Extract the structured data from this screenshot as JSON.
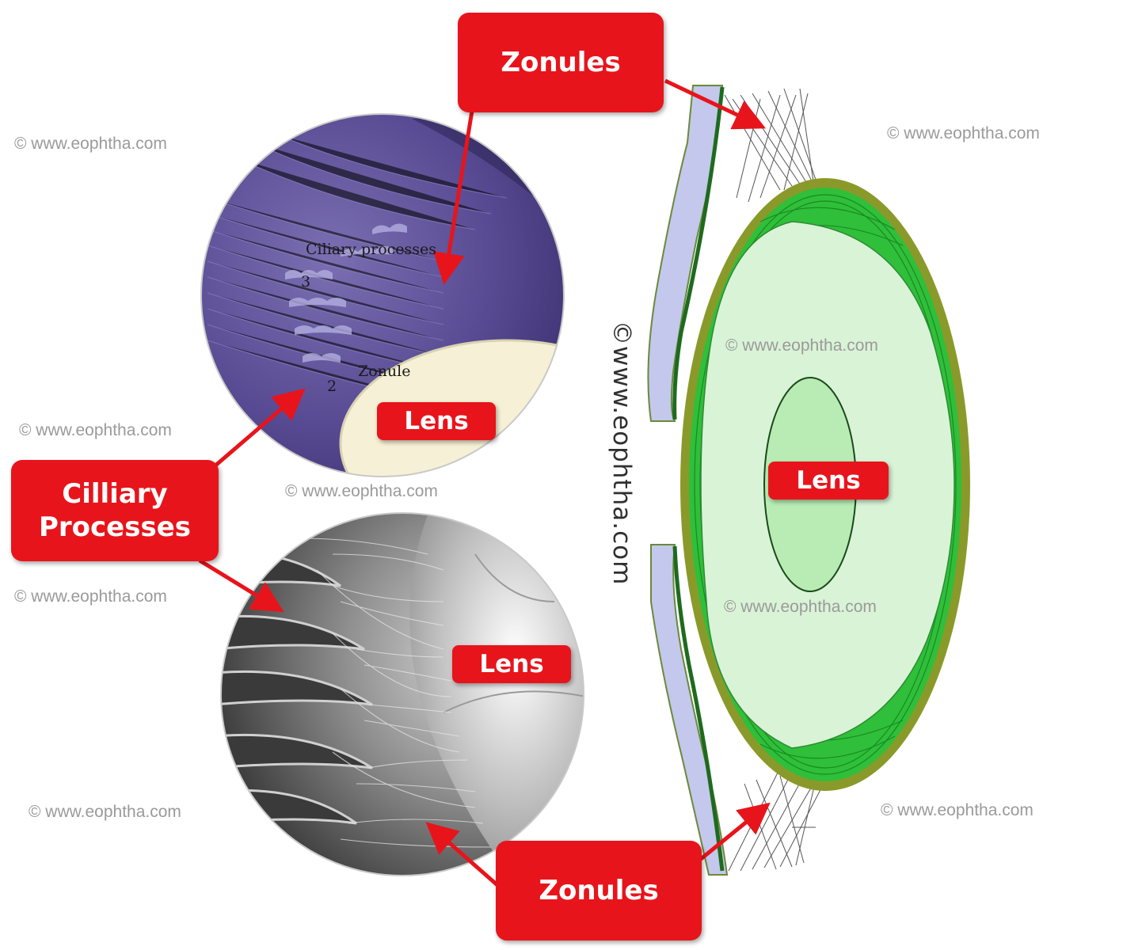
{
  "labels": {
    "zonules_top": "Zonules",
    "zonules_bottom": "Zonules",
    "ciliary_processes": "Cilliary\nProcesses",
    "lens_top_photo": "Lens",
    "lens_sem_photo": "Lens",
    "lens_diagram": "Lens"
  },
  "photo_labels": {
    "ciliary": "Ciliary processes",
    "zonule": "Zonule",
    "num2": "2",
    "num3": "3"
  },
  "watermarks": {
    "w1": "© www.eophtha.com",
    "w2": "© www.eophtha.com",
    "w3": "© www.eophtha.com",
    "w4": "© www.eophtha.com",
    "w5": "© www.eophtha.com",
    "w6": "© www.eophtha.com",
    "w7": "© www.eophtha.com",
    "w8": "© www.eophtha.com",
    "vertical": "©www.eophtha.com"
  },
  "colors": {
    "callout": "#e8141b",
    "lens_capsule": "#8a9a2a",
    "lens_cortex": "#2fbf3a",
    "lens_inner": "#d9f3d6",
    "lens_nucleus": "#b8ecb4",
    "iris": "#c3c8ec"
  }
}
